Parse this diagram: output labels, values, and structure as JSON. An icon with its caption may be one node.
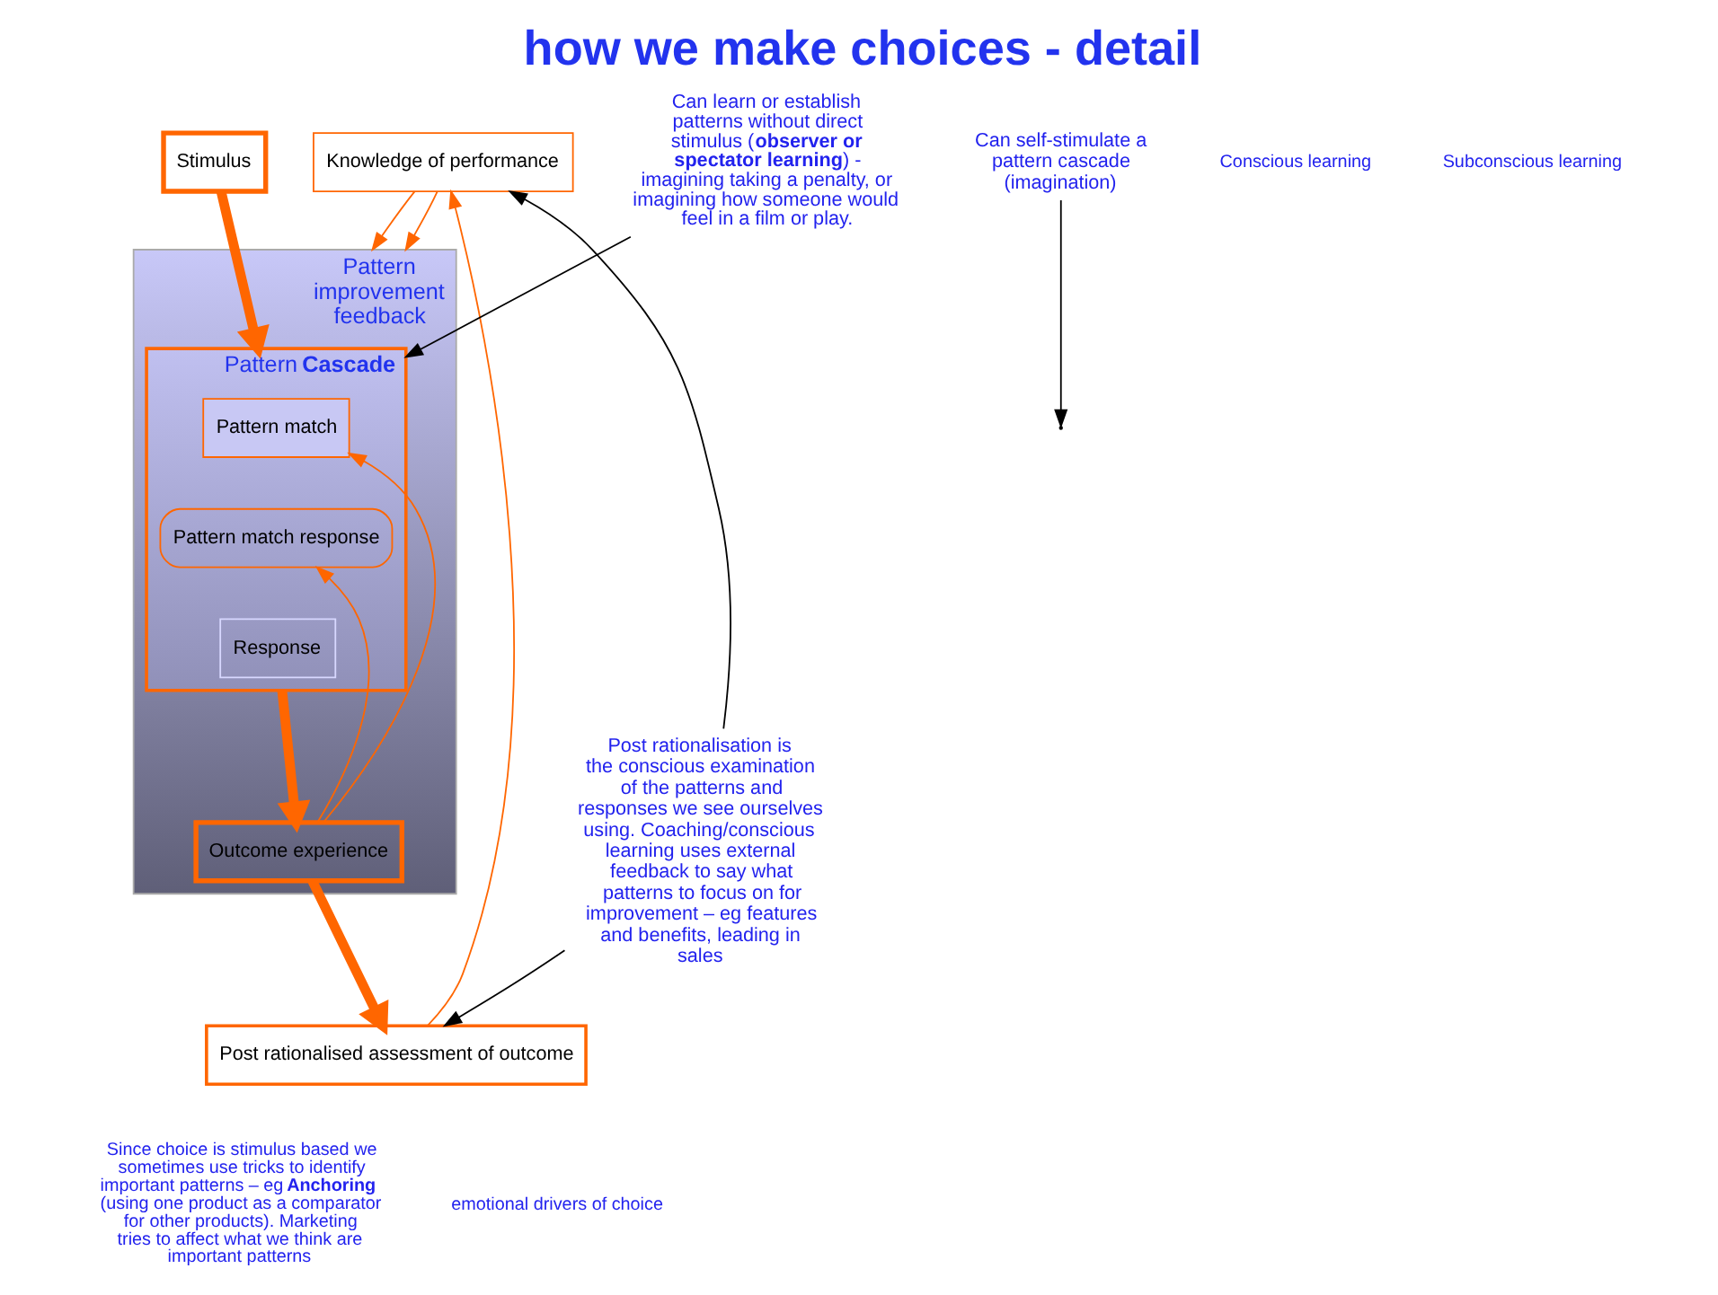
{
  "diagram": {
    "title": "how we make choices - detail",
    "nodes": [
      {
        "text": [
          "Stimulus"
        ]
      },
      {
        "text": [
          "Pattern improvement feedback"
        ]
      },
      {
        "text": [
          "Pattern **Cascade**"
        ],
        "in": 1
      },
      {
        "text": [
          "Pattern match"
        ],
        "in": 2
      },
      {
        "text": [
          "Pattern match response"
        ],
        "in": 2
      },
      {
        "text": [
          "Response"
        ],
        "in": 2
      },
      {
        "text": [
          "Outcome experience"
        ],
        "in": 1
      },
      {
        "text": [
          "Post rationalised assessment of outcome"
        ]
      },
      {
        "text": [
          "Knowledge of performance"
        ]
      },
      {
        "text": [
          "Can self-stimulate a pattern cascade (imagination)"
        ]
      },
      {
        "text": [
          "Can learn or establish patterns without direct stimulus (**observer or spectator learning**) - imagining taking a penalty, or imagining how someone would feel in a film or play."
        ]
      },
      {
        "text": [
          "Post rationalisation is the conscious examination of the patterns and responses we see ourselves using. Coaching/conscious learning uses external feedback to say what patterns to focus on for improvement – eg features and benefits, leading in sales"
        ]
      }
    ],
    "edges": [
      {
        "from": 0,
        "to": 2,
        "arrow": "to",
        "style": "thick"
      },
      {
        "from": 2,
        "to": 6,
        "arrow": "to",
        "style": "thick"
      },
      {
        "from": 6,
        "to": 7,
        "arrow": "to",
        "style": "thick"
      },
      {
        "from": 7,
        "to": 8,
        "arrow": "to"
      },
      {
        "from": 8,
        "to": 1,
        "arrow": "to"
      },
      {
        "from": 8,
        "to": 1,
        "arrow": "to"
      },
      {
        "from": 6,
        "to": 3,
        "arrow": "to"
      },
      {
        "from": 6,
        "to": 4,
        "arrow": "to"
      },
      {
        "from": 9,
        "to": null,
        "arrow": "to",
        "color": "#000000"
      },
      {
        "from": 10,
        "to": 2,
        "arrow": "to",
        "color": "#000000"
      },
      {
        "from": 11,
        "to": 8,
        "arrow": "to",
        "color": "#000000"
      },
      {
        "from": 11,
        "to": 7,
        "arrow": "to",
        "color": "#000000"
      }
    ],
    "labels": [
      "Conscious learning",
      "Subconscious learning",
      "Since choice is stimulus based we sometimes use tricks to identify important patterns – eg **Anchoring** (using one product as a comparator for other products). Marketing tries to affect what we think are important patterns",
      "emotional drivers of choice"
    ]
  }
}
